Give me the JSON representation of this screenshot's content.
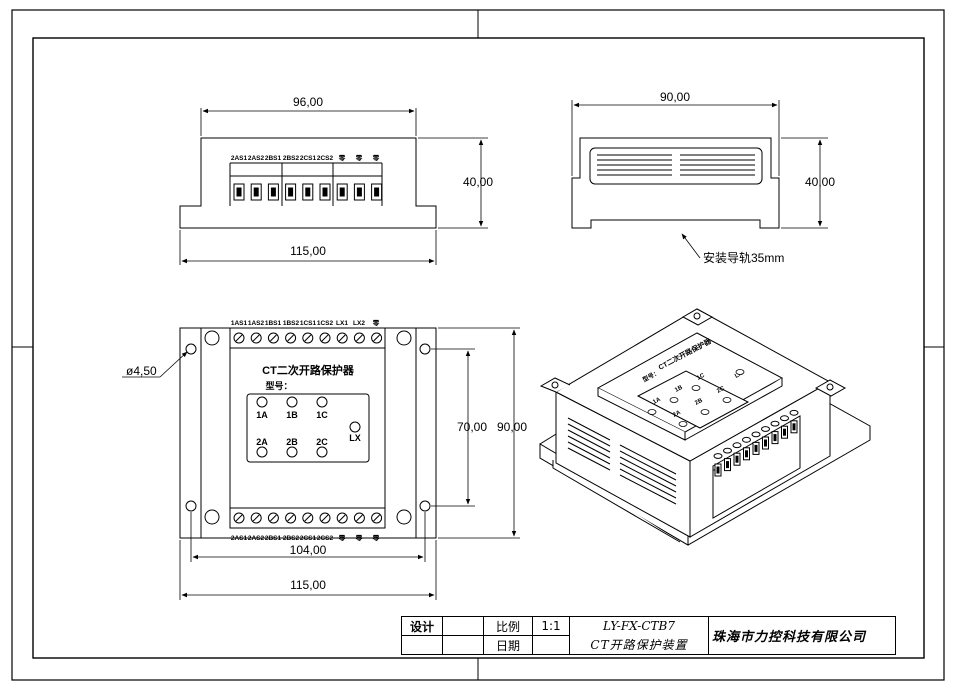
{
  "views": {
    "front": {
      "width_label": "96,00",
      "height_label": "40,00",
      "base_label": "115,00",
      "terminals": [
        "2AS1",
        "2AS2",
        "2BS1",
        "2BS2",
        "2CS1",
        "2CS2",
        "零",
        "零",
        "零"
      ]
    },
    "side": {
      "width_label": "90,00",
      "height_label": "40,00",
      "note": "安装导轨35mm"
    },
    "top": {
      "hole_label": "ø4,50",
      "inner_height_label": "70,00",
      "outer_height_label": "90,00",
      "inner_width_label": "104,00",
      "outer_width_label": "115,00",
      "top_terminals": [
        "1AS1",
        "1AS2",
        "1BS1",
        "1BS2",
        "1CS1",
        "1CS2",
        "LX1",
        "LX2",
        "零"
      ],
      "bottom_terminals": [
        "2AS1",
        "2AS2",
        "2BS1",
        "2BS2",
        "2CS1",
        "2CS2",
        "零",
        "零",
        "零"
      ],
      "panel_title": "CT二次开路保护器",
      "model_label": "型号：",
      "leds_row1": [
        "1A",
        "1B",
        "1C"
      ],
      "leds_row2": [
        "2A",
        "2B",
        "2C"
      ],
      "led_lx": "LX"
    },
    "iso": {
      "panel_title": "CT二次开路保护器",
      "model_label": "型号：",
      "leds": [
        "1A",
        "1B",
        "1C",
        "2A",
        "2B",
        "2C",
        "LX"
      ]
    }
  },
  "title_block": {
    "design_label": "设计",
    "scale_label": "比例",
    "scale_value": "1:1",
    "date_label": "日期",
    "drawing_no": "LY-FX-CTB7",
    "drawing_name": "CT开路保护装置",
    "company": "珠海市力控科技有限公司"
  }
}
